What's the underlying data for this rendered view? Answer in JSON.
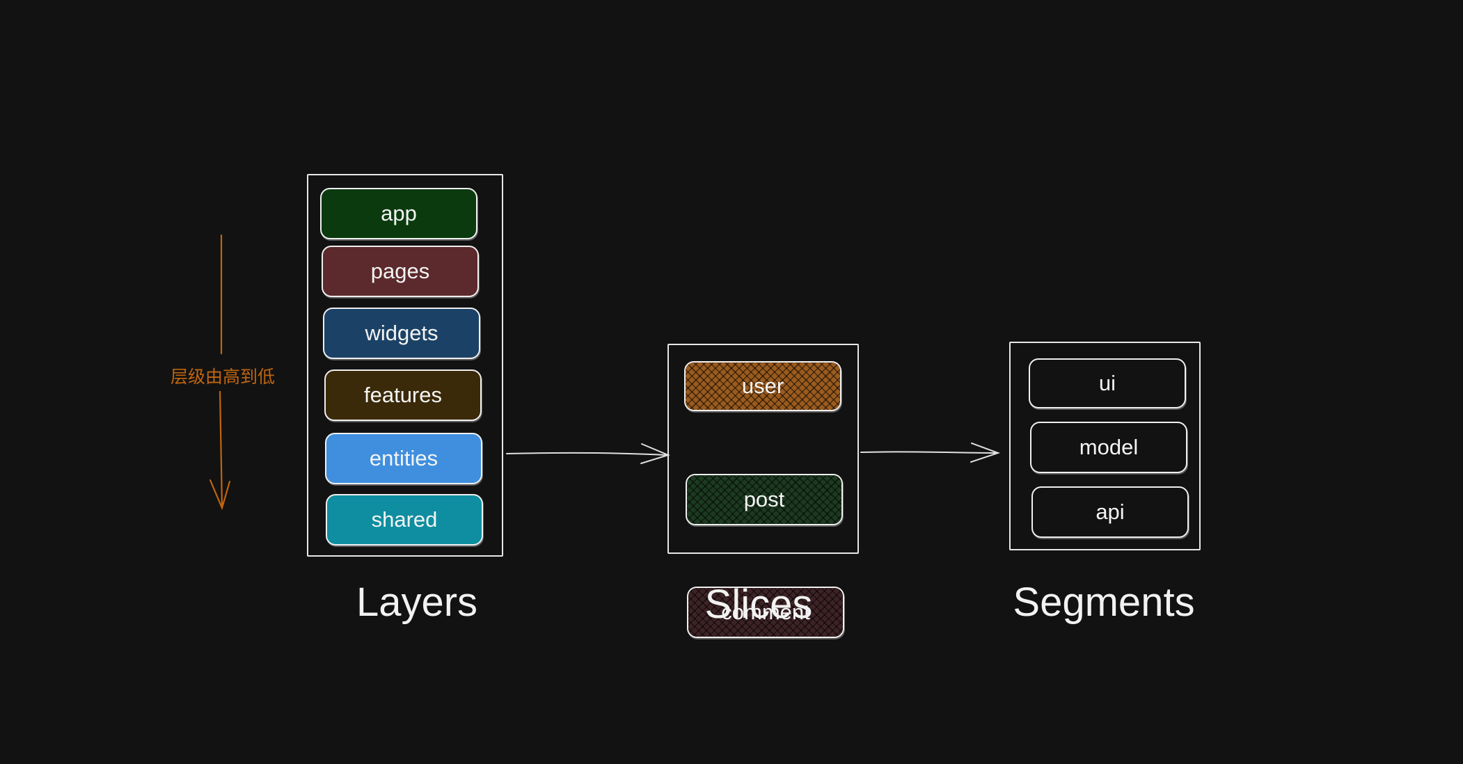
{
  "order_label": "层级由高到低",
  "colors": {
    "background": "#121212",
    "stroke": "#e8e8e8",
    "order_arrow": "#c0650f"
  },
  "layers": {
    "caption": "Layers",
    "items": [
      {
        "label": "app",
        "fill": "#0b3a0f"
      },
      {
        "label": "pages",
        "fill": "#5c2a2c"
      },
      {
        "label": "widgets",
        "fill": "#1b4266"
      },
      {
        "label": "features",
        "fill": "#3b2a0a"
      },
      {
        "label": "entities",
        "fill": "#3f8fde"
      },
      {
        "label": "shared",
        "fill": "#0e8ea0"
      }
    ]
  },
  "slices": {
    "caption": "Slices",
    "items": [
      {
        "label": "user",
        "fill": "#9a5b1e",
        "pattern": "cross-hatch"
      },
      {
        "label": "post",
        "fill": "#1c3a20",
        "pattern": "cross-hatch"
      },
      {
        "label": "comment",
        "fill": "#3d2326",
        "pattern": "cross-hatch"
      }
    ]
  },
  "segments": {
    "caption": "Segments",
    "items": [
      {
        "label": "ui"
      },
      {
        "label": "model"
      },
      {
        "label": "api"
      }
    ]
  }
}
